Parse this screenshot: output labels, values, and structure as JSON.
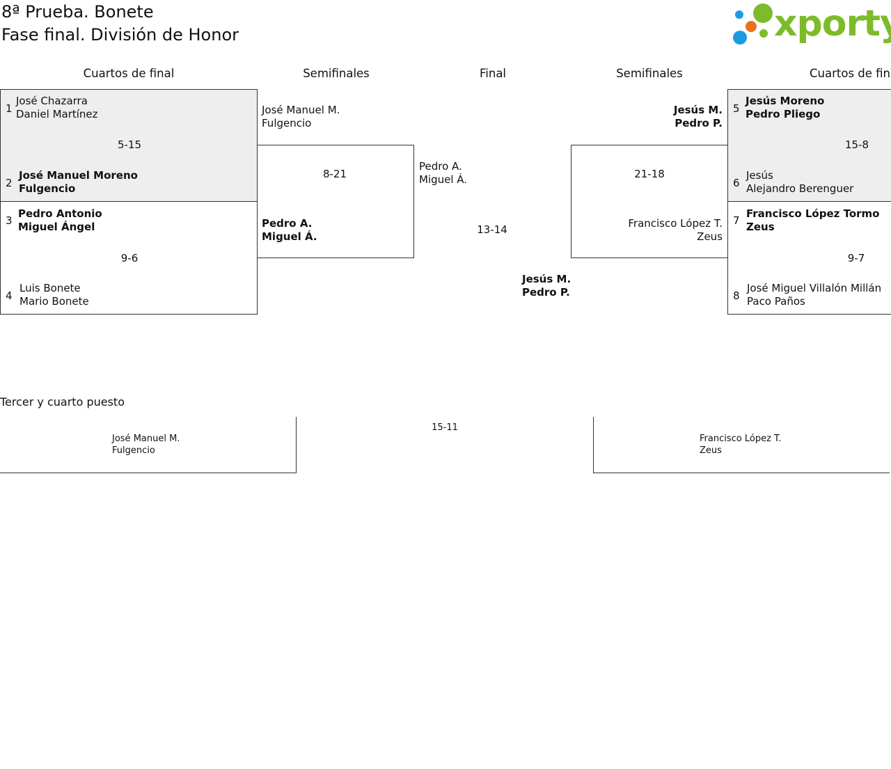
{
  "header": {
    "title_line1": "8ª Prueba. Bonete",
    "title_line2": "Fase final. División de Honor",
    "logo_text": "xporty",
    "logo_colors": [
      "#1e9be0",
      "#e8731a",
      "#7dbb2a"
    ]
  },
  "rounds": {
    "quarters_left": "Cuartos de final",
    "semis_left": "Semifinales",
    "final": "Final",
    "semis_right": "Semifinales",
    "quarters_right": "Cuartos de final"
  },
  "quarters": [
    {
      "seed_a": "1",
      "a1": "José Chazarra",
      "a2": "Daniel Martínez",
      "score": "5-15",
      "seed_b": "2",
      "b1": "José Manuel Moreno",
      "b2": "Fulgencio"
    },
    {
      "seed_a": "3",
      "a1": "Pedro Antonio",
      "a2": "Miguel Ángel",
      "score": "9-6",
      "seed_b": "4",
      "b1": "Luis Bonete",
      "b2": "Mario Bonete"
    },
    {
      "seed_a": "5",
      "a1": "Jesús Moreno",
      "a2": "Pedro Pliego",
      "score": "15-8",
      "seed_b": "6",
      "b1": "Jesús",
      "b2": "Alejandro Berenguer"
    },
    {
      "seed_a": "7",
      "a1": "Francisco López Tormo",
      "a2": "Zeus",
      "score": "9-7",
      "seed_b": "8",
      "b1": "José Miguel Villalón Millán",
      "b2": "Paco Paños"
    }
  ],
  "semis_left": {
    "top1": "José Manuel M.",
    "top2": "Fulgencio",
    "score": "8-21",
    "bot1": "Pedro A.",
    "bot2": "Miguel Á."
  },
  "semis_right": {
    "top1": "Jesús M.",
    "top2": "Pedro P.",
    "score": "21-18",
    "bot1": "Francisco López T.",
    "bot2": "Zeus"
  },
  "final": {
    "left1": "Pedro A.",
    "left2": "Miguel Á.",
    "score": "13-14",
    "winner1": "Jesús M.",
    "winner2": "Pedro P."
  },
  "third_place": {
    "heading": "Tercer y cuarto puesto",
    "score": "15-11",
    "left1": "José Manuel M.",
    "left2": "Fulgencio",
    "right1": "Francisco López T.",
    "right2": "Zeus"
  }
}
